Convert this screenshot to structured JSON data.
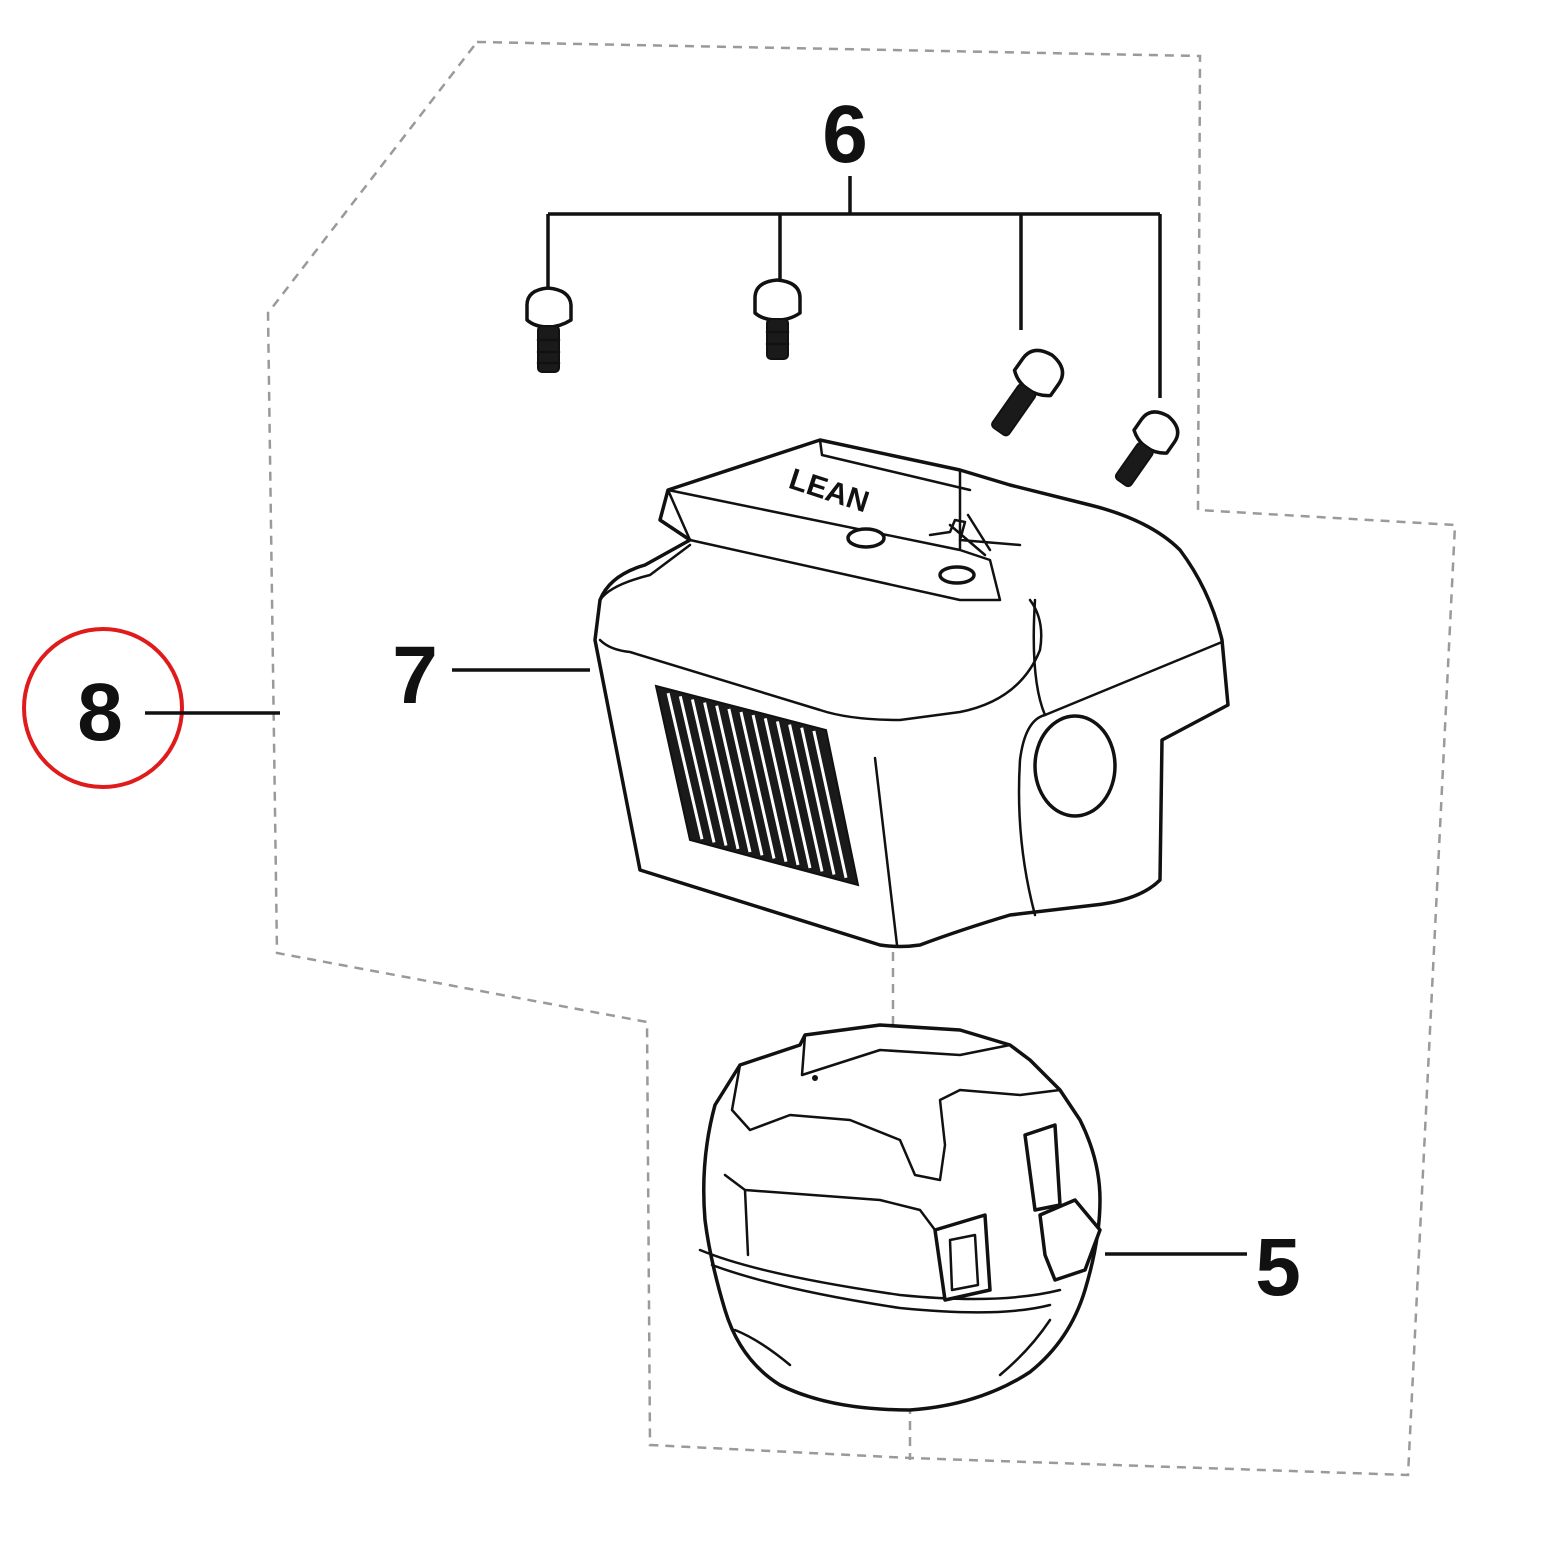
{
  "diagram": {
    "callouts": {
      "part_5": "5",
      "part_6": "6",
      "part_7": "7",
      "part_8": "8"
    },
    "cover_stamp": "LEAN",
    "highlight_color": "#e01b1b",
    "line_color": "#111111",
    "dash_color": "#9a9a9a"
  }
}
